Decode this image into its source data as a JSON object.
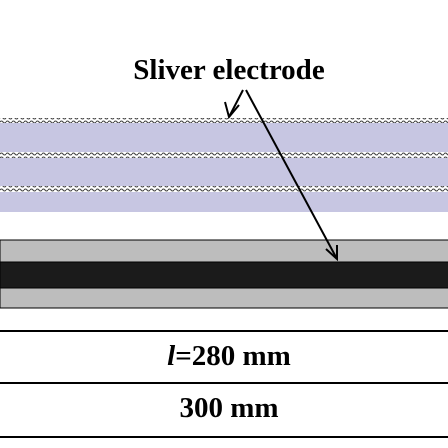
{
  "callout": {
    "label": "Sliver electrode"
  },
  "dimensions": {
    "inner_symbol": "l",
    "inner_value": "=280 mm",
    "outer": "300 mm"
  },
  "colors": {
    "wave_band_fill": "#c7c6e2",
    "wave_line": "#444444",
    "outer_layer": "#bdbdbd",
    "core": "#1b1b1b",
    "lines": "#000000"
  }
}
